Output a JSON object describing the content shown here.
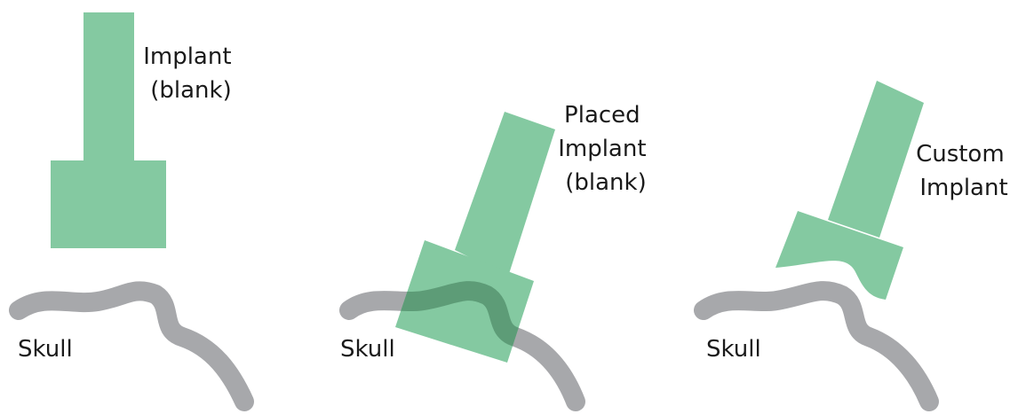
{
  "colors": {
    "implant": "#84C9A1",
    "skull": "#A7A8AB",
    "overlap": "#5D9C77",
    "text": "#1a1a1a"
  },
  "panels": [
    {
      "label_lines": [
        "Implant",
        "(blank)"
      ],
      "skull_label": "Skull"
    },
    {
      "label_lines": [
        "Placed",
        "Implant",
        "(blank)"
      ],
      "skull_label": "Skull"
    },
    {
      "label_lines": [
        "Custom",
        "Implant"
      ],
      "skull_label": "Skull"
    }
  ]
}
